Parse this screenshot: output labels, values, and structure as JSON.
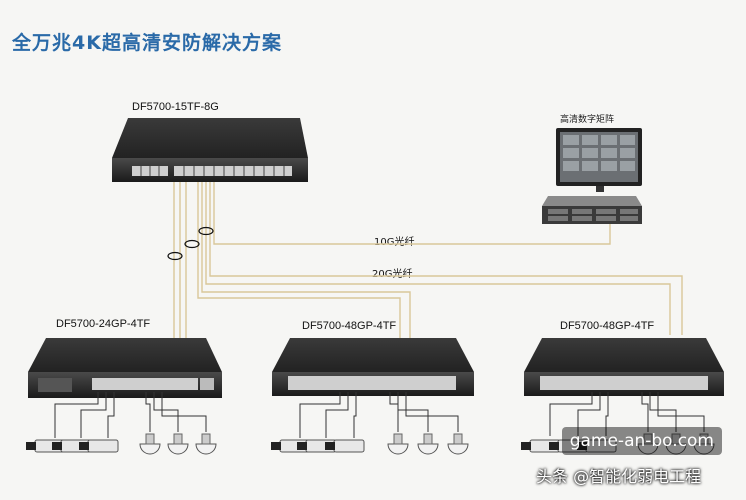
{
  "title": "全万兆4K超高清安防解决方案",
  "core_switch": {
    "label": "DF5700-15TF-8G"
  },
  "monitor": {
    "label": "高清数字矩阵"
  },
  "links": {
    "fiber_10g": "10G光纤",
    "fiber_20g": "20G光纤"
  },
  "access_switches": [
    {
      "label": "DF5700-24GP-4TF"
    },
    {
      "label": "DF5700-48GP-4TF"
    },
    {
      "label": "DF5700-48GP-4TF"
    }
  ],
  "watermark": {
    "site": "game-an-bo.com",
    "source": "头条 @智能化弱电工程"
  }
}
